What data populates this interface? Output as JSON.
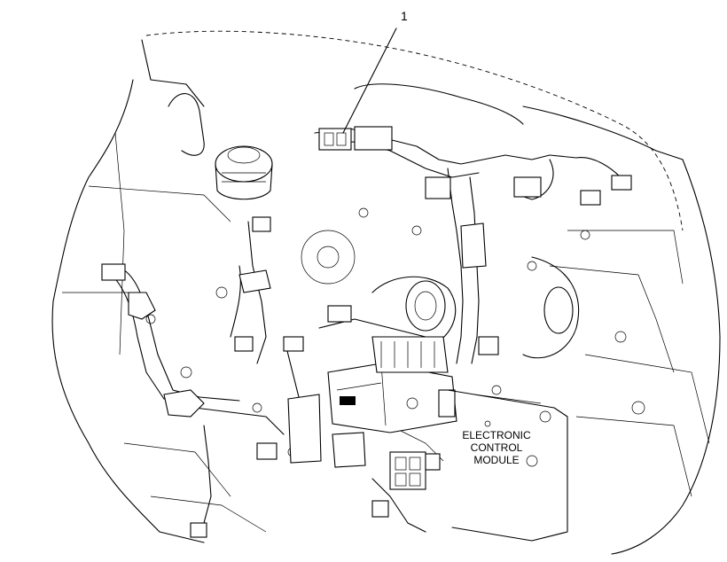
{
  "callout": {
    "number": "1"
  },
  "module_label": {
    "line1": "ELECTRONIC",
    "line2": "CONTROL",
    "line3": "MODULE"
  },
  "icons": [
    "engine-illustration",
    "wiring-harness",
    "electronic-control-module",
    "callout-leader"
  ]
}
